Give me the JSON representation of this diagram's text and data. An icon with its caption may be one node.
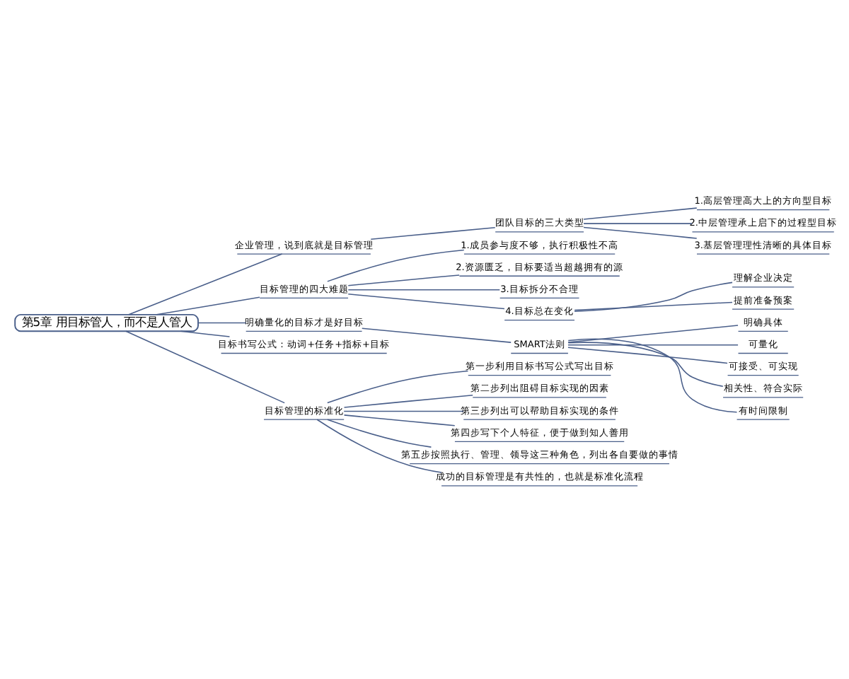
{
  "diagram": {
    "nodes": [
      {
        "text": [
          "第5章 用目标管人，而不是人管人"
        ]
      },
      {
        "text": [
          "企业管理，说到底就是目标管理"
        ]
      },
      {
        "text": [
          "团队目标的三大类型"
        ]
      },
      {
        "text": [
          "1.高层管理高大上的方向型目标"
        ]
      },
      {
        "text": [
          "2.中层管理承上启下的过程型目标"
        ]
      },
      {
        "text": [
          "3.基层管理理性清晰的具体目标"
        ]
      },
      {
        "text": [
          "目标管理的四大难题"
        ]
      },
      {
        "text": [
          "1.成员参与度不够，执行积极性不高"
        ]
      },
      {
        "text": [
          "2.资源匮乏，目标要适当超越拥有的源"
        ]
      },
      {
        "text": [
          "3.目标拆分不合理"
        ]
      },
      {
        "text": [
          "4.目标总在变化"
        ]
      },
      {
        "text": [
          "理解企业决定"
        ]
      },
      {
        "text": [
          "提前准备预案"
        ]
      },
      {
        "text": [
          "明确量化的目标才是好目标"
        ]
      },
      {
        "text": [
          "SMART法则"
        ]
      },
      {
        "text": [
          "明确具体"
        ]
      },
      {
        "text": [
          "可量化"
        ]
      },
      {
        "text": [
          "可接受、可实现"
        ]
      },
      {
        "text": [
          "相关性、符合实际"
        ]
      },
      {
        "text": [
          "有时间限制"
        ]
      },
      {
        "text": [
          "目标书写公式：动词+任务+指标+目标"
        ]
      },
      {
        "text": [
          "目标管理的标准化"
        ]
      },
      {
        "text": [
          "第一步利用目标书写公式写出目标"
        ]
      },
      {
        "text": [
          "第二步列出阻碍目标实现的因素"
        ]
      },
      {
        "text": [
          "第三步列出可以帮助目标实现的条件"
        ]
      },
      {
        "text": [
          "第四步写下个人特征，便于做到知人善用"
        ]
      },
      {
        "text": [
          "第五步按照执行、管理、领导这三种角色，列出各自要做的事情"
        ]
      },
      {
        "text": [
          "成功的目标管理是有共性的，也就是标准化流程"
        ]
      }
    ],
    "edges": [
      {
        "from": 0,
        "to": 1,
        "arrow": "none"
      },
      {
        "from": 1,
        "to": 2,
        "arrow": "none"
      },
      {
        "from": 2,
        "to": 3,
        "arrow": "none"
      },
      {
        "from": 2,
        "to": 4,
        "arrow": "none"
      },
      {
        "from": 2,
        "to": 5,
        "arrow": "none"
      },
      {
        "from": 0,
        "to": 6,
        "arrow": "none"
      },
      {
        "from": 6,
        "to": 7,
        "arrow": "none"
      },
      {
        "from": 6,
        "to": 8,
        "arrow": "none"
      },
      {
        "from": 6,
        "to": 9,
        "arrow": "none"
      },
      {
        "from": 6,
        "to": 10,
        "arrow": "none"
      },
      {
        "from": 10,
        "to": 11,
        "arrow": "none"
      },
      {
        "from": 10,
        "to": 12,
        "arrow": "none"
      },
      {
        "from": 0,
        "to": 13,
        "arrow": "none"
      },
      {
        "from": 13,
        "to": 14,
        "arrow": "none"
      },
      {
        "from": 14,
        "to": 15,
        "arrow": "none"
      },
      {
        "from": 14,
        "to": 16,
        "arrow": "none"
      },
      {
        "from": 14,
        "to": 17,
        "arrow": "none"
      },
      {
        "from": 14,
        "to": 18,
        "arrow": "none"
      },
      {
        "from": 14,
        "to": 19,
        "arrow": "none"
      },
      {
        "from": 0,
        "to": 20,
        "arrow": "none"
      },
      {
        "from": 0,
        "to": 21,
        "arrow": "none"
      },
      {
        "from": 21,
        "to": 22,
        "arrow": "none"
      },
      {
        "from": 21,
        "to": 23,
        "arrow": "none"
      },
      {
        "from": 21,
        "to": 24,
        "arrow": "none"
      },
      {
        "from": 21,
        "to": 25,
        "arrow": "none"
      },
      {
        "from": 21,
        "to": 26,
        "arrow": "none"
      },
      {
        "from": 21,
        "to": 27,
        "arrow": "none"
      }
    ]
  }
}
